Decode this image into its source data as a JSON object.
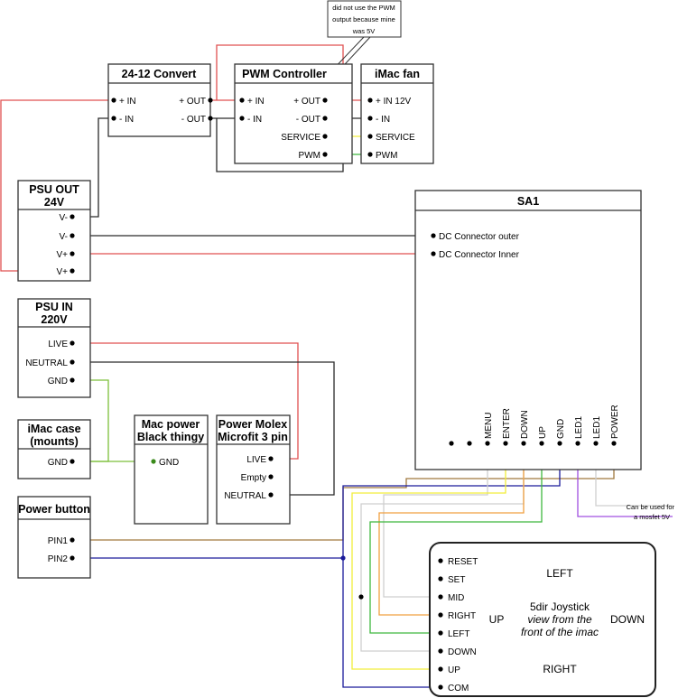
{
  "note": {
    "lines": [
      "did not use the PWM",
      "output because mine",
      "was 5V"
    ]
  },
  "blocks": {
    "convert": {
      "title": "24-12 Convert",
      "pins": [
        "+ IN",
        "+ OUT",
        "- IN",
        "- OUT"
      ]
    },
    "pwm": {
      "title": "PWM Controller",
      "pins": [
        "+ IN",
        "+ OUT",
        "- IN",
        "- OUT",
        "SERVICE",
        "PWM"
      ]
    },
    "imacfan": {
      "title": "iMac fan",
      "pins": [
        "+ IN 12V",
        "- IN",
        "SERVICE",
        "PWM"
      ]
    },
    "psuout": {
      "title": [
        "PSU OUT",
        "24V"
      ],
      "pins": [
        "V-",
        "V-",
        "V+",
        "V+"
      ]
    },
    "sa1": {
      "title": "SA1",
      "pins": [
        "DC Connector outer",
        "DC Connector Inner"
      ],
      "bottom_pins": [
        "MENU",
        "ENTER",
        "DOWN",
        "UP",
        "GND",
        "LED1",
        "LED1",
        "POWER"
      ]
    },
    "psuin": {
      "title": [
        "PSU IN",
        "220V"
      ],
      "pins": [
        "LIVE",
        "NEUTRAL",
        "GND"
      ]
    },
    "imaccase": {
      "title": [
        "iMac case",
        "(mounts)"
      ],
      "pins": [
        "GND"
      ]
    },
    "macpower": {
      "title": [
        "Mac power",
        "Black thingy"
      ],
      "pins": [
        "GND"
      ]
    },
    "molex": {
      "title": [
        "Power Molex",
        "Microfit 3 pin"
      ],
      "pins": [
        "LIVE",
        "Empty",
        "NEUTRAL"
      ]
    },
    "powerbtn": {
      "title": "Power button",
      "pins": [
        "PIN1",
        "PIN2"
      ]
    },
    "joystick": {
      "pins": [
        "RESET",
        "SET",
        "MID",
        "RIGHT",
        "LEFT",
        "DOWN",
        "UP",
        "COM"
      ],
      "labels": {
        "left": "LEFT",
        "up": "UP",
        "down": "DOWN",
        "right": "RIGHT",
        "desc": [
          "5dir Joystick",
          "view from the",
          "front of the imac"
        ]
      }
    }
  },
  "mosfet_note": [
    "Can be used for",
    "a mosfet 5V"
  ],
  "colors": {
    "red": "#e05050",
    "black": "#2a2a2a",
    "yellow": "#f2ee3a",
    "green": "#3fb83f",
    "olive": "#7cbf3a",
    "brown": "#a0793f",
    "blue": "#1a1a9a",
    "orange": "#f0a040",
    "purple": "#a050e0",
    "lightgray": "#cfcfcf"
  }
}
